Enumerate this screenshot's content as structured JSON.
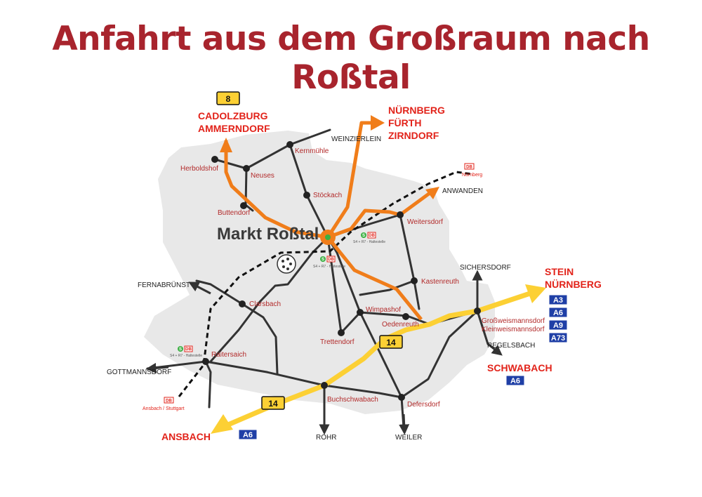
{
  "title": "Anfahrt aus dem Großraum nach Roßtal",
  "town": "Markt Roßtal",
  "places": {
    "herboldshof": "Herboldshof",
    "neuses": "Neuses",
    "kernmuehle": "Kernmühle",
    "stoeckach": "Stöckach",
    "buttendorf": "Buttendorf",
    "weitersdorf": "Weitersdorf",
    "clarsbach": "Clarsbach",
    "raitersaich": "Raitersaich",
    "kastenreuth": "Kastenreuth",
    "wimpashof": "Wimpashof",
    "oedenreuth": "Oedenreuth",
    "trettendorf": "Trettendorf",
    "grossweismannsdorf": "Großweismannsdorf",
    "kleinweismannsdorf": "Kleinweismannsdorf",
    "buchschwabach": "Buchschwabach",
    "defersdorf": "Defersdorf"
  },
  "edges": {
    "weinzierlein": "WEINZIERLEIN",
    "anwanden": "ANWANDEN",
    "fernabruenst": "FERNABRÜNST",
    "gottmannsdorf": "GOTTMANNSDORF",
    "sichersdorf": "SICHERSDORF",
    "regelsbach": "REGELSBACH",
    "rohr": "ROHR",
    "weiler": "WEILER"
  },
  "destinations": {
    "cadolzburg": [
      "CADOLZBURG",
      "AMMERNDORF"
    ],
    "nuernberg_north": [
      "NÜRNBERG",
      "FÜRTH",
      "ZIRNDORF"
    ],
    "stein": [
      "STEIN",
      "NÜRNBERG"
    ],
    "schwabach": "SCHWABACH",
    "ansbach": "ANSBACH"
  },
  "road_signs": {
    "b8": "8",
    "b14_east": "14",
    "b14_west": "14",
    "a3": "A3",
    "a6_stein": "A6",
    "a9": "A9",
    "a73": "A73",
    "a6_schwabach": "A6",
    "a6_ansbach": "A6"
  },
  "rail": {
    "db": "DB",
    "s_badge": "S",
    "nuernberg": "Nürnberg",
    "ansbach_stuttgart": "Ansbach / Stuttgart",
    "halt_label": "S4 + R7 - Haltestelle"
  },
  "colors": {
    "title": "#a8242d",
    "orange_route": "#f07d1a",
    "yellow_route": "#fcd034",
    "motorway_sign": "#1f3fa6",
    "destination": "#e2231a",
    "place": "#b22a2a",
    "area": "#e8e8e8"
  }
}
